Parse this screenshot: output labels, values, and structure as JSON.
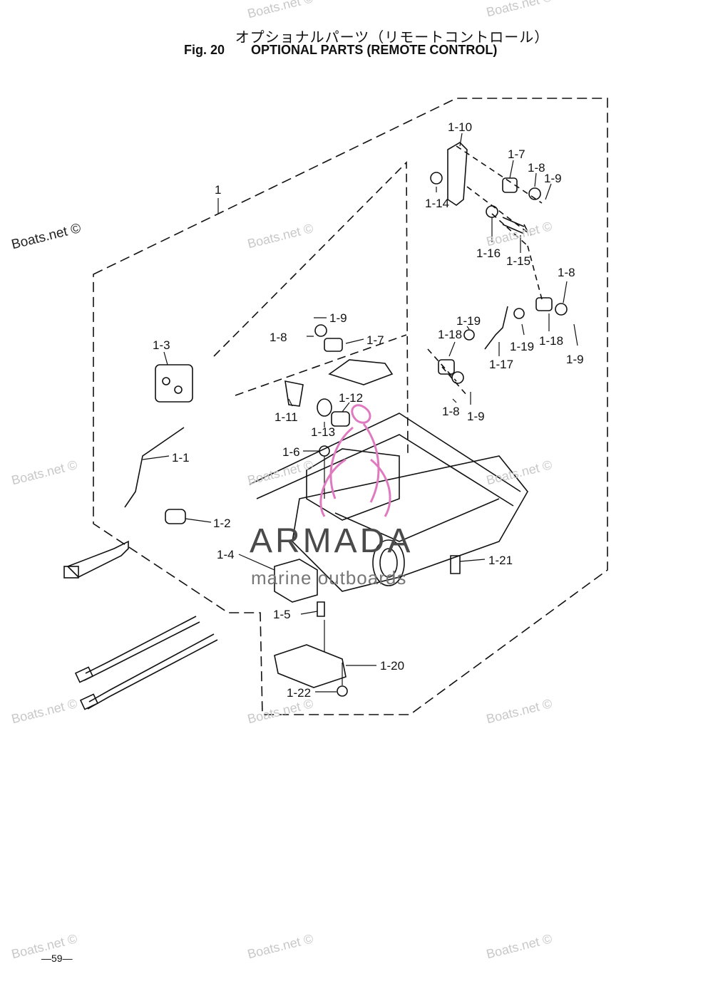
{
  "header": {
    "title_jp": "オプショナルパーツ（リモートコントロール）",
    "fig_label": "Fig. 20",
    "fig_title": "OPTIONAL PARTS (REMOTE CONTROL)"
  },
  "callouts": {
    "c1": "1",
    "c1_10": "1-10",
    "c1_7a": "1-7",
    "c1_8a": "1-8",
    "c1_9a": "1-9",
    "c1_14": "1-14",
    "c1_16": "1-16",
    "c1_15": "1-15",
    "c1_8b": "1-8",
    "c1_9b": "1-9",
    "c1_8c": "1-8",
    "c1_7b": "1-7",
    "c1_19a": "1-19",
    "c1_18a": "1-18",
    "c1_19b": "1-19",
    "c1_18b": "1-18",
    "c1_17": "1-17",
    "c1_9c": "1-9",
    "c1_3": "1-3",
    "c1_11": "1-11",
    "c1_12": "1-12",
    "c1_13": "1-13",
    "c1_8d": "1-8",
    "c1_9d": "1-9",
    "c1_6": "1-6",
    "c1_1": "1-1",
    "c1_2": "1-2",
    "c1_4": "1-4",
    "c1_21": "1-21",
    "c1_5": "1-5",
    "c1_20": "1-20",
    "c1_22": "1-22"
  },
  "logo": {
    "name": "ARMADA",
    "tagline": "marine outboards",
    "accent": "#e07ac0"
  },
  "watermark": "Boats.net ©",
  "page_number": "—59—"
}
